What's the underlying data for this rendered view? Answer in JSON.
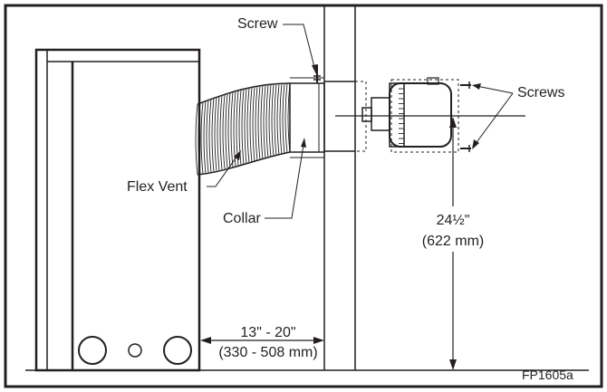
{
  "diagram": {
    "labels": {
      "screw": "Screw",
      "screws": "Screws",
      "flex_vent": "Flex Vent",
      "collar": "Collar",
      "height_imperial": "24½\"",
      "height_metric": "(622 mm)",
      "distance_imperial": "13\" - 20\"",
      "distance_metric": "(330 - 508 mm)",
      "figure_id": "FP1605a"
    },
    "colors": {
      "ink": "#231f20",
      "background": "#ffffff"
    }
  }
}
